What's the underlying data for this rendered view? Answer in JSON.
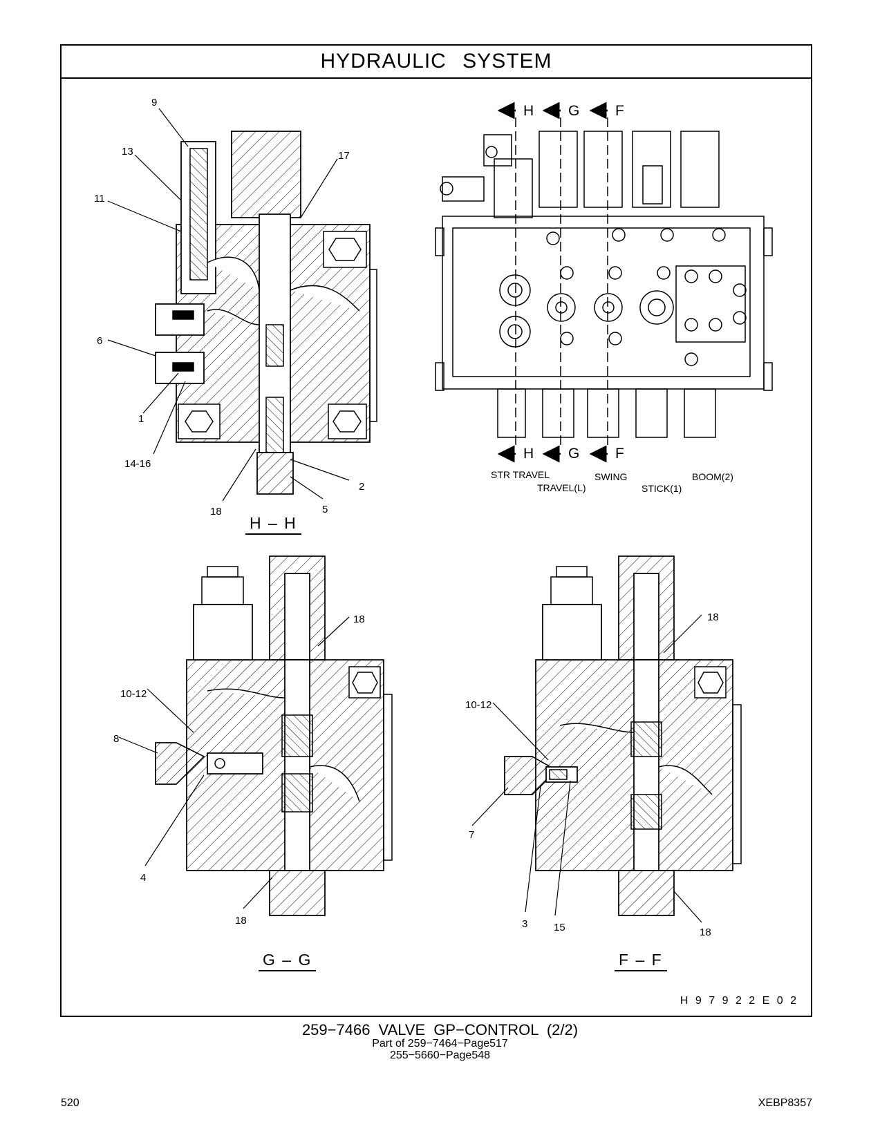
{
  "header": {
    "title": "HYDRAULIC   SYSTEM"
  },
  "top_view": {
    "section_markers": [
      "H",
      "G",
      "F"
    ],
    "spools": {
      "str_travel": "STR TRAVEL",
      "travel_l": "TRAVEL(L)",
      "swing": "SWING",
      "stick": "STICK(1)",
      "boom": "BOOM(2)"
    }
  },
  "section_hh": {
    "label": "H – H",
    "callouts": {
      "c9": "9",
      "c13": "13",
      "c11": "11",
      "c17": "17",
      "c6": "6",
      "c1": "1",
      "c14_16": "14-16",
      "c2": "2",
      "c18": "18",
      "c5": "5"
    }
  },
  "section_gg": {
    "label": "G – G",
    "callouts": {
      "c18a": "18",
      "c10_12": "10-12",
      "c8": "8",
      "c4": "4",
      "c18b": "18"
    }
  },
  "section_ff": {
    "label": "F – F",
    "callouts": {
      "c18a": "18",
      "c10_12": "10-12",
      "c7": "7",
      "c3": "3",
      "c15": "15",
      "c18b": "18"
    }
  },
  "drawing_code": "H 9 7 9 2 2 E    0 2",
  "caption": {
    "main": "259−7466  VALVE  GP−CONTROL (2/2)",
    "line2": "Part of 259−7464−Page517",
    "line3": "255−5660−Page548"
  },
  "footer": {
    "page": "520",
    "doc_id": "XEBP8357"
  }
}
